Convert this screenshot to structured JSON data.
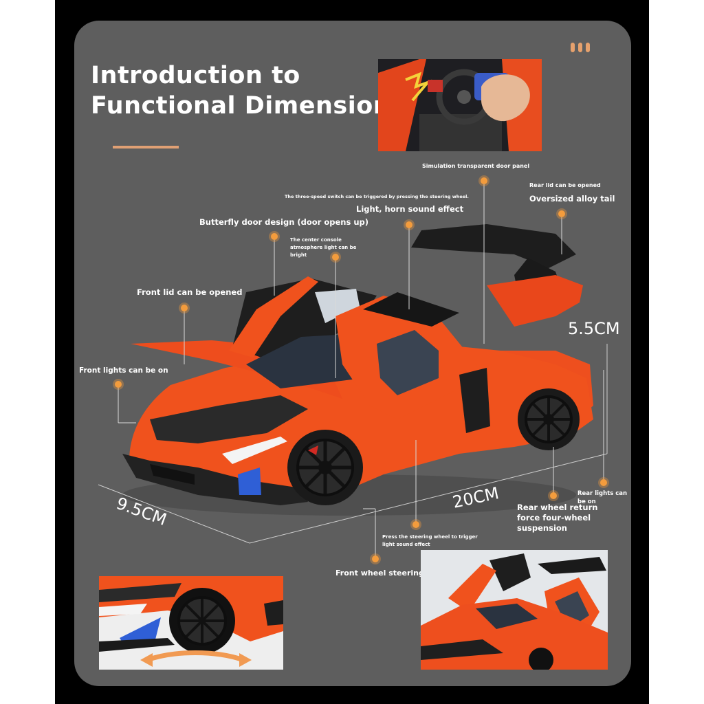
{
  "heading": {
    "line1": "Introduction to",
    "line2": "Functional Dimensions"
  },
  "labels": {
    "simulation_door": "Simulation transparent door panel",
    "rear_lid": "Rear lid can be opened",
    "oversized_tail": "Oversized alloy tail",
    "three_speed": "The three-speed switch can be triggered by pressing the steering wheel.",
    "light_horn": "Light, horn sound effect",
    "butterfly_door": "Butterfly door design (door opens up)",
    "console_light_1": "The center console",
    "console_light_2": "atmosphere light can be",
    "console_light_3": "bright",
    "front_lid": "Front lid can be opened",
    "front_lights": "Front lights can be on",
    "rear_lights_1": "Rear lights can",
    "rear_lights_2": "be on",
    "rear_wheel_1": "Rear wheel return",
    "rear_wheel_2": "force four-wheel",
    "rear_wheel_3": "suspension",
    "press_wheel_1": "Press the steering wheel to trigger",
    "press_wheel_2": "light sound effect",
    "front_steering": "Front wheel steering"
  },
  "dimensions": {
    "height": "5.5CM",
    "length": "20CM",
    "width": "9.5CM"
  },
  "colors": {
    "panel": "#5e5e5e",
    "accent": "#f39c3d",
    "car": "#f0521d"
  }
}
